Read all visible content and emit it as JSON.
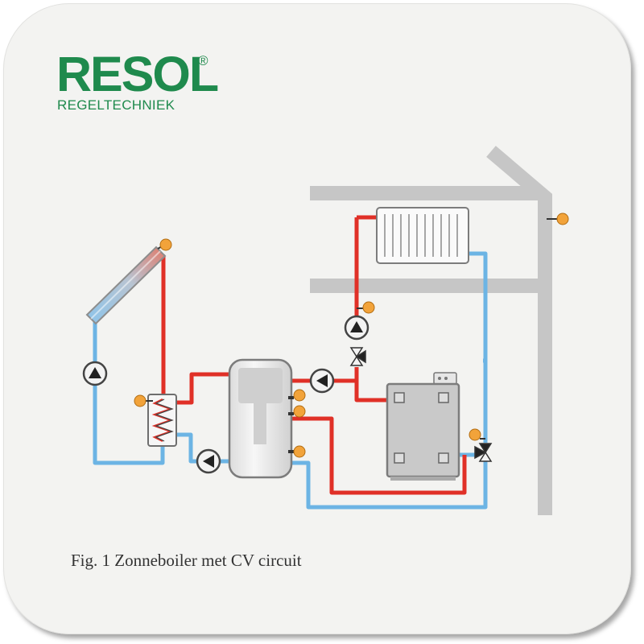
{
  "logo": {
    "brand": "RESOL",
    "registered_mark": "®",
    "subtitle": "REGELTECHNIEK"
  },
  "caption": "Fig. 1 Zonneboiler met CV circuit",
  "colors": {
    "hot_pipe": "#e03027",
    "cold_pipe": "#6cb4e4",
    "brand_green": "#1f8a4d",
    "sensor": "#f2a33a",
    "building": "#c6c6c6"
  },
  "icons": [
    "solar-collector-icon",
    "heat-exchanger-icon",
    "pump-icon",
    "storage-tank-icon",
    "boiler-icon",
    "radiator-icon",
    "three-way-valve-icon",
    "temperature-sensor-icon"
  ]
}
